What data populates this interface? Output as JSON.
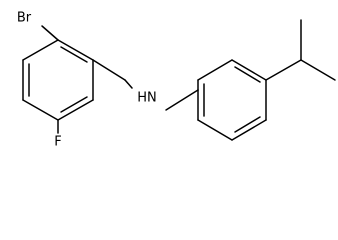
{
  "molecule": {
    "atoms": {
      "bromine": "Br",
      "fluorine": "F",
      "amine": "HN"
    }
  }
}
